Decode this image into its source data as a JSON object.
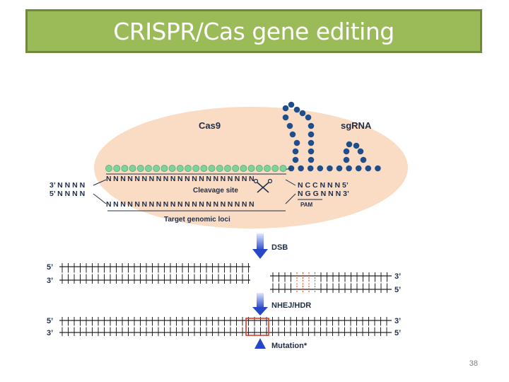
{
  "slide": {
    "title": "CRISPR/Cas gene editing",
    "page_number": "38"
  },
  "diagram": {
    "cas9_label": "Cas9",
    "sgrna_label": "sgRNA",
    "cleavage_label": "Cleavage site",
    "pam_label": "PAM",
    "target_label": "Target genomic loci",
    "dsb_label": "DSB",
    "nhej_label": "NHEJ/HDR",
    "mutation_label": "Mutation*",
    "top_strand_left": "3’ N N N N",
    "bottom_strand_left": "5’ N N N N",
    "protospacer_top": "N N N N N N N N N N N N N N N N N N N N N",
    "protospacer_bottom": "N N N N N N N N N N N N N N N N N N N N N",
    "top_right": "N C C N N N 5’",
    "bottom_right": "N G G N N N 3’",
    "prime_5": "5’",
    "prime_3": "3’"
  },
  "colors": {
    "title_bg": "#9bbb59",
    "ellipse": "#f9dcc3",
    "rna_bead": "#1f4e8c",
    "guide_bead": "#7ed39b",
    "pam_red": "#e03a2a",
    "arrow_blue": "#2747c9"
  }
}
